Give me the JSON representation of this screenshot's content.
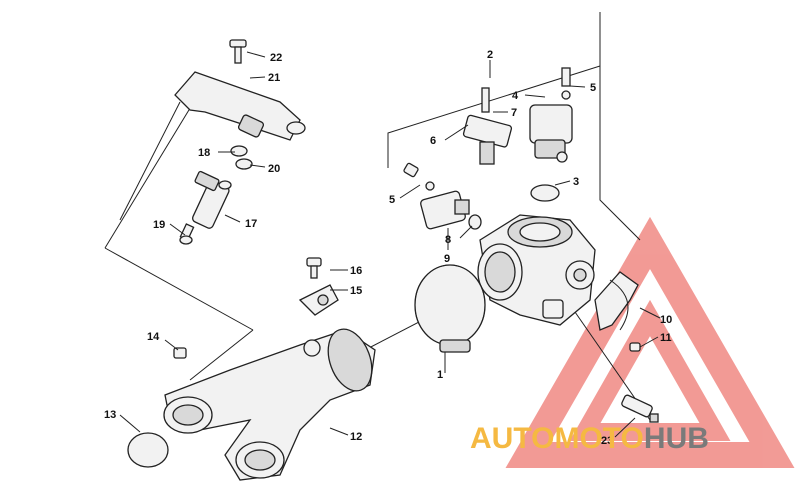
{
  "diagram": {
    "callouts": {
      "c1": "1",
      "c2": "2",
      "c3": "3",
      "c4": "4",
      "c5a": "5",
      "c5b": "5",
      "c6": "6",
      "c7": "7",
      "c8": "8",
      "c9": "9",
      "c10": "10",
      "c11": "11",
      "c12": "12",
      "c13": "13",
      "c14": "14",
      "c15": "15",
      "c16": "16",
      "c17": "17",
      "c18": "18",
      "c19": "19",
      "c20": "20",
      "c21": "21",
      "c22": "22",
      "c23": "23"
    }
  },
  "watermark": {
    "part1": "AUTO",
    "part2": "MOTO",
    "part3": "HUB",
    "color_auto": "#f5b942",
    "color_moto": "#f5b942",
    "color_hub": "#7a7a7a",
    "triangle_color": "#e8483f"
  }
}
